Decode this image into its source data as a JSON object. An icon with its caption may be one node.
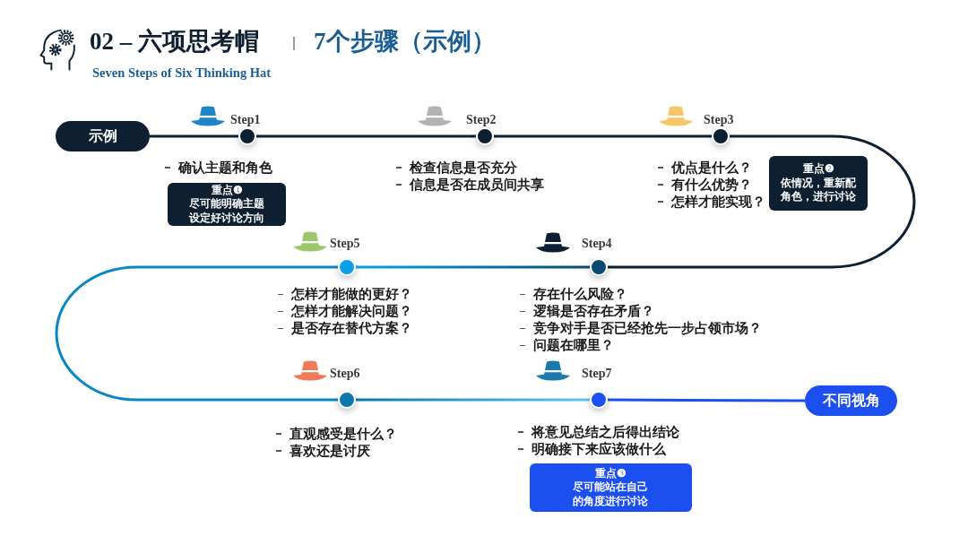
{
  "diagram": {
    "title": "02 – 六项思考帽",
    "nodes": [
      {
        "text": [
          "示例"
        ]
      },
      {
        "text": [],
        "shape": "circle",
        "beside": [
          "Step1",
          "确认主题和角色"
        ]
      },
      {
        "text": [
          "重点❶",
          "尽可能明确主题设定好讨论方向"
        ]
      },
      {
        "text": [],
        "shape": "circle",
        "beside": [
          "Step2",
          "检查信息是否充分",
          "信息是否在成员间共享"
        ]
      },
      {
        "text": [],
        "shape": "circle",
        "beside": [
          "Step3",
          "优点是什么？",
          "有什么优势？",
          "怎样才能实现？"
        ]
      },
      {
        "text": [
          "重点❷",
          "依情况，重新配角色，进行讨论"
        ]
      },
      {
        "text": [],
        "shape": "circle",
        "beside": [
          "Step4",
          "存在什么风险？",
          "逻辑是否存在矛盾？",
          "竞争对手是否已经抢先一步占领市场？",
          "问题在哪里？"
        ]
      },
      {
        "text": [],
        "shape": "circle",
        "beside": [
          "Step5",
          "怎样才能做的更好？",
          "怎样才能解决问题？",
          "是否存在替代方案？"
        ]
      },
      {
        "text": [],
        "shape": "circle",
        "beside": [
          "Step6",
          "直观感受是什么？",
          "喜欢还是讨厌"
        ]
      },
      {
        "text": [],
        "shape": "circle",
        "beside": [
          "Step7",
          "将意见总结之后得出结论",
          "明确接下来应该做什么"
        ]
      },
      {
        "text": [
          "重点❸",
          "尽可能站在自己的角度进行讨论"
        ]
      },
      {
        "text": [
          "不同视角"
        ]
      }
    ],
    "edges": [
      {
        "from": 0,
        "to": 1,
        "arrow": "none"
      },
      {
        "from": 1,
        "to": 3,
        "arrow": "none"
      },
      {
        "from": 3,
        "to": 4,
        "arrow": "none"
      },
      {
        "from": 4,
        "to": 6,
        "arrow": "none"
      },
      {
        "from": 6,
        "to": 7,
        "arrow": "none",
        "color": "#0aa0e8"
      },
      {
        "from": 7,
        "to": 8,
        "arrow": "none",
        "color": "#0a86c4"
      },
      {
        "from": 8,
        "to": 9,
        "arrow": "none",
        "color": "#5cc8f0"
      },
      {
        "from": 9,
        "to": 11,
        "arrow": "none",
        "color": "#1b4ff0"
      }
    ],
    "labels": [
      "7个步骤（示例）",
      "Seven Steps of Six Thinking Hat"
    ]
  }
}
